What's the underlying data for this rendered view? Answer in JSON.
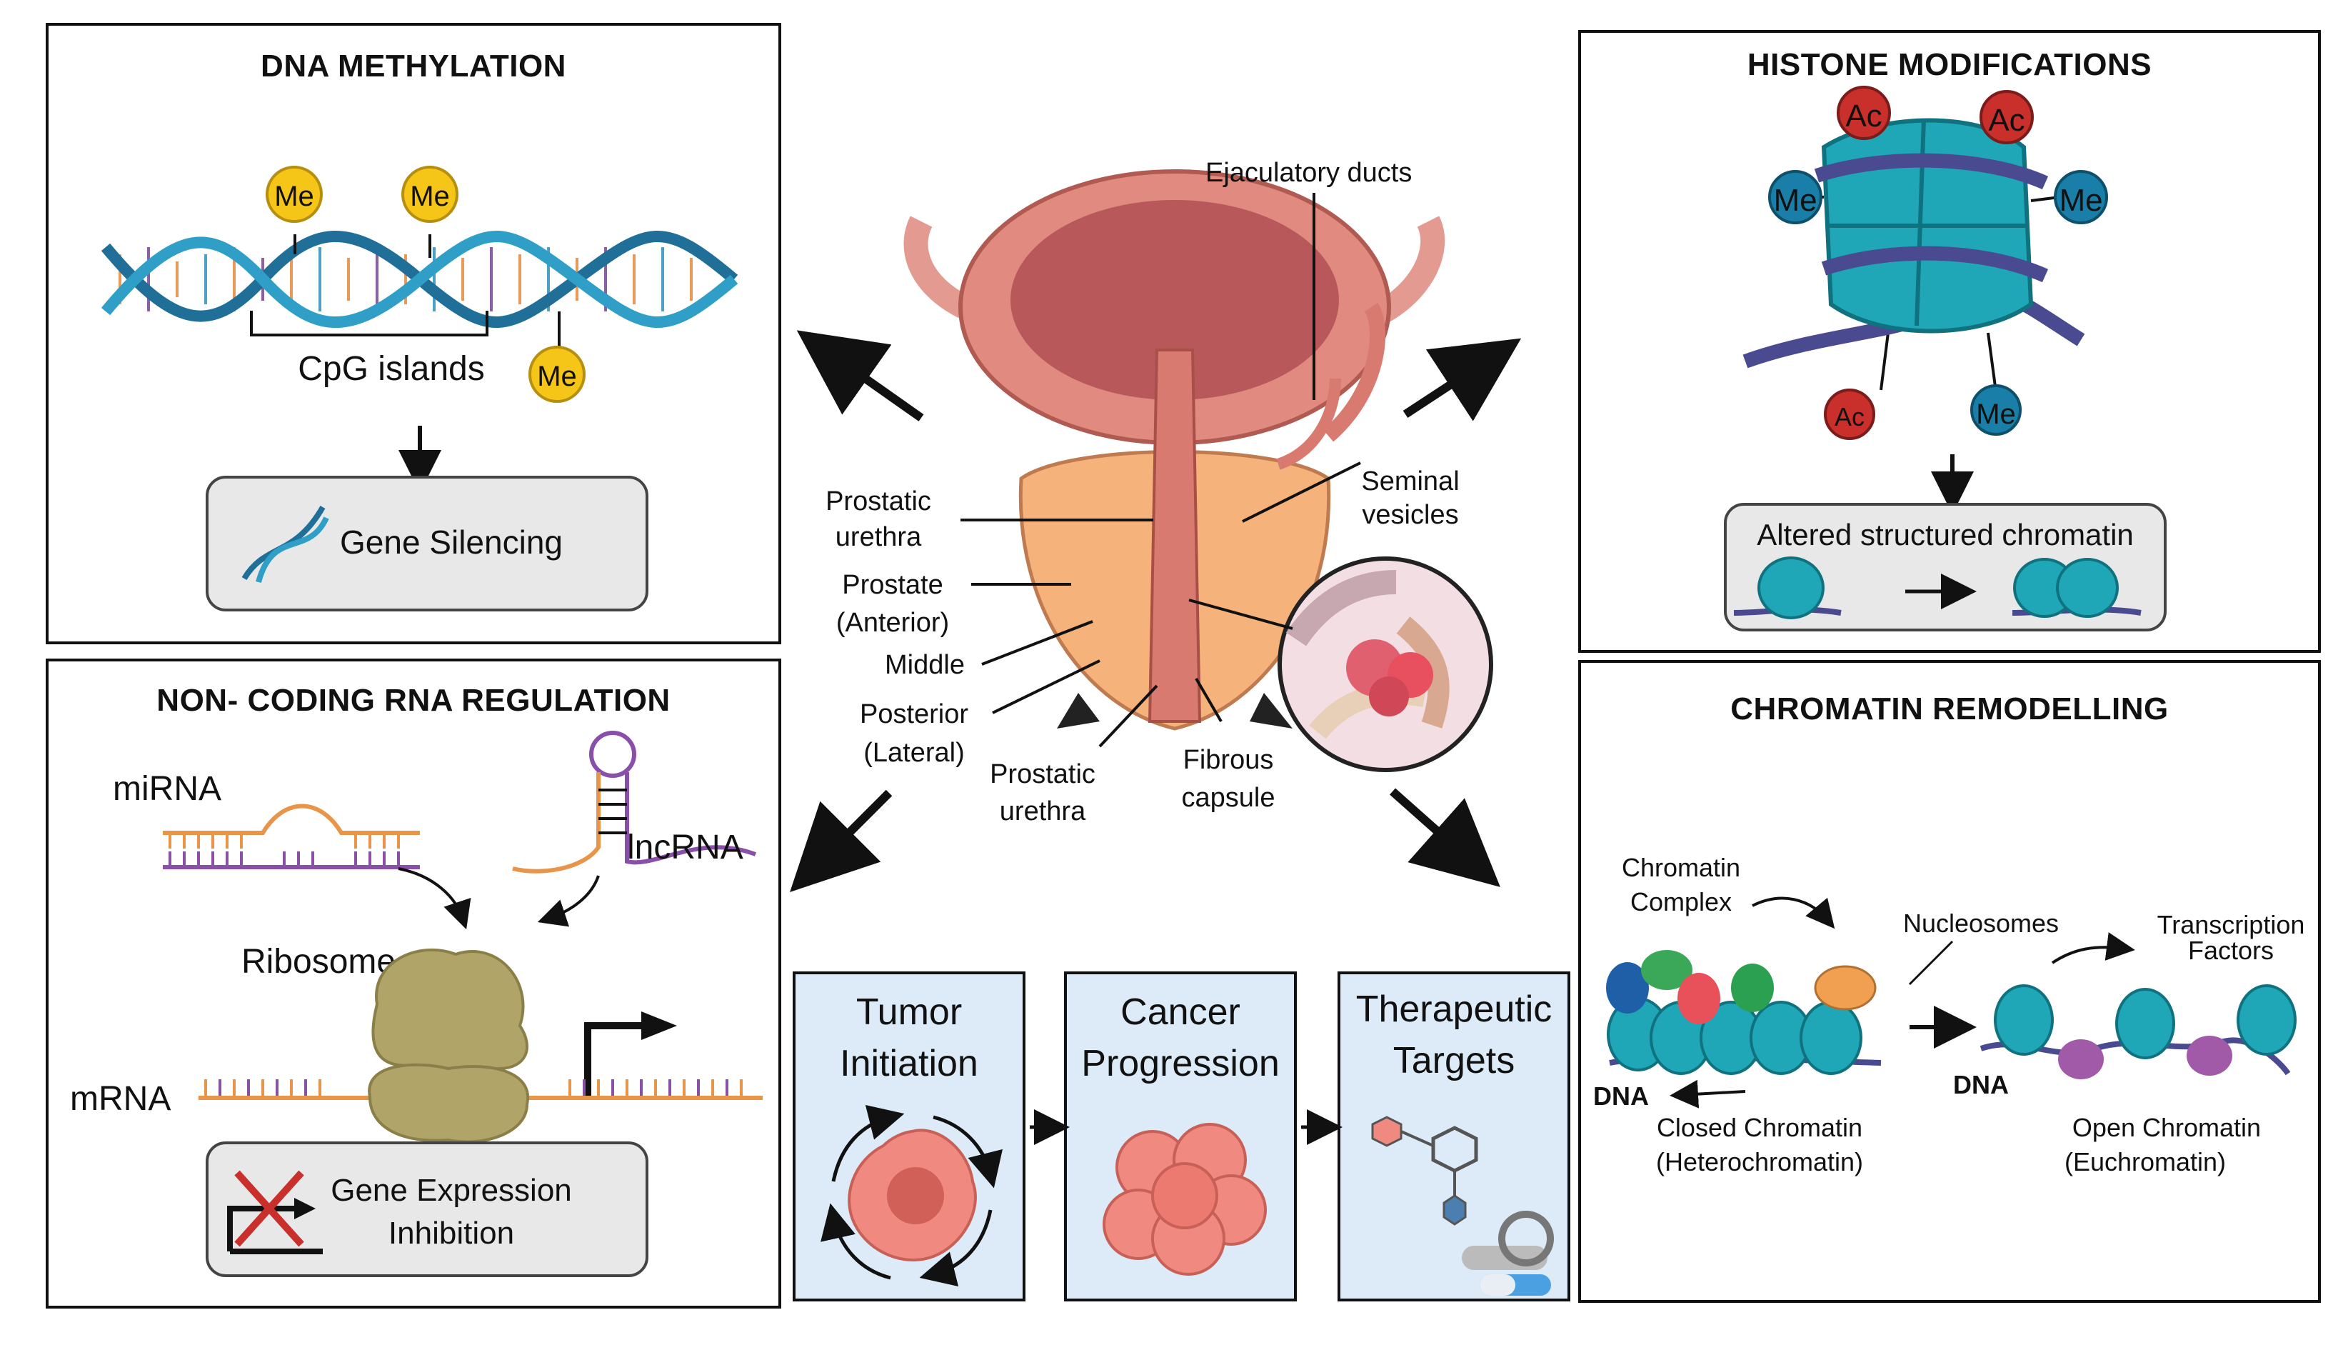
{
  "dna_methylation": {
    "title": "DNA METHYLATION",
    "marks": [
      "Me",
      "Me",
      "Me"
    ],
    "cpg_label": "CpG islands",
    "outcome": "Gene Silencing"
  },
  "ncrna": {
    "title": "NON- CODING RNA REGULATION",
    "mirna": "miRNA",
    "lncrna": "lncRNA",
    "ribosome": "Ribosome",
    "mrna": "mRNA",
    "outcome_line1": "Gene Expression",
    "outcome_line2": "Inhibition"
  },
  "prostate": {
    "ejaculatory_ducts": "Ejaculatory ducts",
    "seminal_line1": "Seminal",
    "seminal_line2": "vesicles",
    "prostatic_urethra_line1": "Prostatic",
    "prostatic_urethra_line2": "urethra",
    "prostate_anterior_line1": "Prostate",
    "prostate_anterior_line2": "(Anterior)",
    "middle": "Middle",
    "posterior_line1": "Posterior",
    "posterior_line2": "(Lateral)",
    "prostatic_urethra2_line1": "Prostatic",
    "prostatic_urethra2_line2": "urethra",
    "fibrous_line1": "Fibrous",
    "fibrous_line2": "capsule"
  },
  "stages": {
    "tumor_line1": "Tumor",
    "tumor_line2": "Initiation",
    "cancer_line1": "Cancer",
    "cancer_line2": "Progression",
    "therapeutic_line1": "Therapeutic",
    "therapeutic_line2": "Targets"
  },
  "histone": {
    "title": "HISTONE MODIFICATIONS",
    "ac": [
      "Ac",
      "Ac",
      "Ac"
    ],
    "me": [
      "Me",
      "Me",
      "Me"
    ],
    "outcome": "Altered structured chromatin"
  },
  "chromatin": {
    "title": "CHROMATIN REMODELLING",
    "complex_line1": "Chromatin",
    "complex_line2": "Complex",
    "nucleosomes": "Nucleosomes",
    "tf_line1": "Transcription",
    "tf_line2": "Factors",
    "dna_left": "DNA",
    "dna_right": "DNA",
    "closed_line1": "Closed Chromatin",
    "closed_line2": "(Heterochromatin)",
    "open_line1": "Open Chromatin",
    "open_line2": "(Euchromatin)"
  },
  "colors": {
    "methyl": "#f5c518",
    "acetyl": "#c9302c",
    "histone_me": "#1a7fa8",
    "nucleosome": "#1fa7b8",
    "stage_bg": "#dcebf7",
    "cell": "#f08a80"
  }
}
